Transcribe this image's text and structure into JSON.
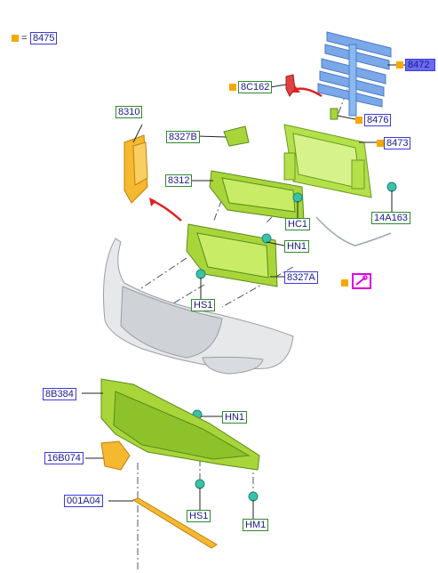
{
  "legend": {
    "marker_color": "#f5a800",
    "equals": "=",
    "code": "8475"
  },
  "labels": {
    "l8472": "8472",
    "l8C162": "8C162",
    "l8476": "8476",
    "l8310": "8310",
    "l8327B": "8327B",
    "l8473": "8473",
    "l8312": "8312",
    "l14A163": "14A163",
    "lHC1": "HC1",
    "lHN1a": "HN1",
    "l8327A": "8327A",
    "lHS1a": "HS1",
    "l8B384": "8B384",
    "lHN1b": "HN1",
    "l16B074": "16B074",
    "l001A04": "001A04",
    "lHS1b": "HS1",
    "lHM1": "HM1"
  },
  "icons": {
    "tool": "wrench-icon"
  },
  "colors": {
    "part_green": "#a8d63a",
    "part_yellow": "#f5b82e",
    "part_blue": "#7aa8e8",
    "arrow_red": "#e02020",
    "marker": "#f5a800",
    "teal": "#3cc0a8"
  }
}
